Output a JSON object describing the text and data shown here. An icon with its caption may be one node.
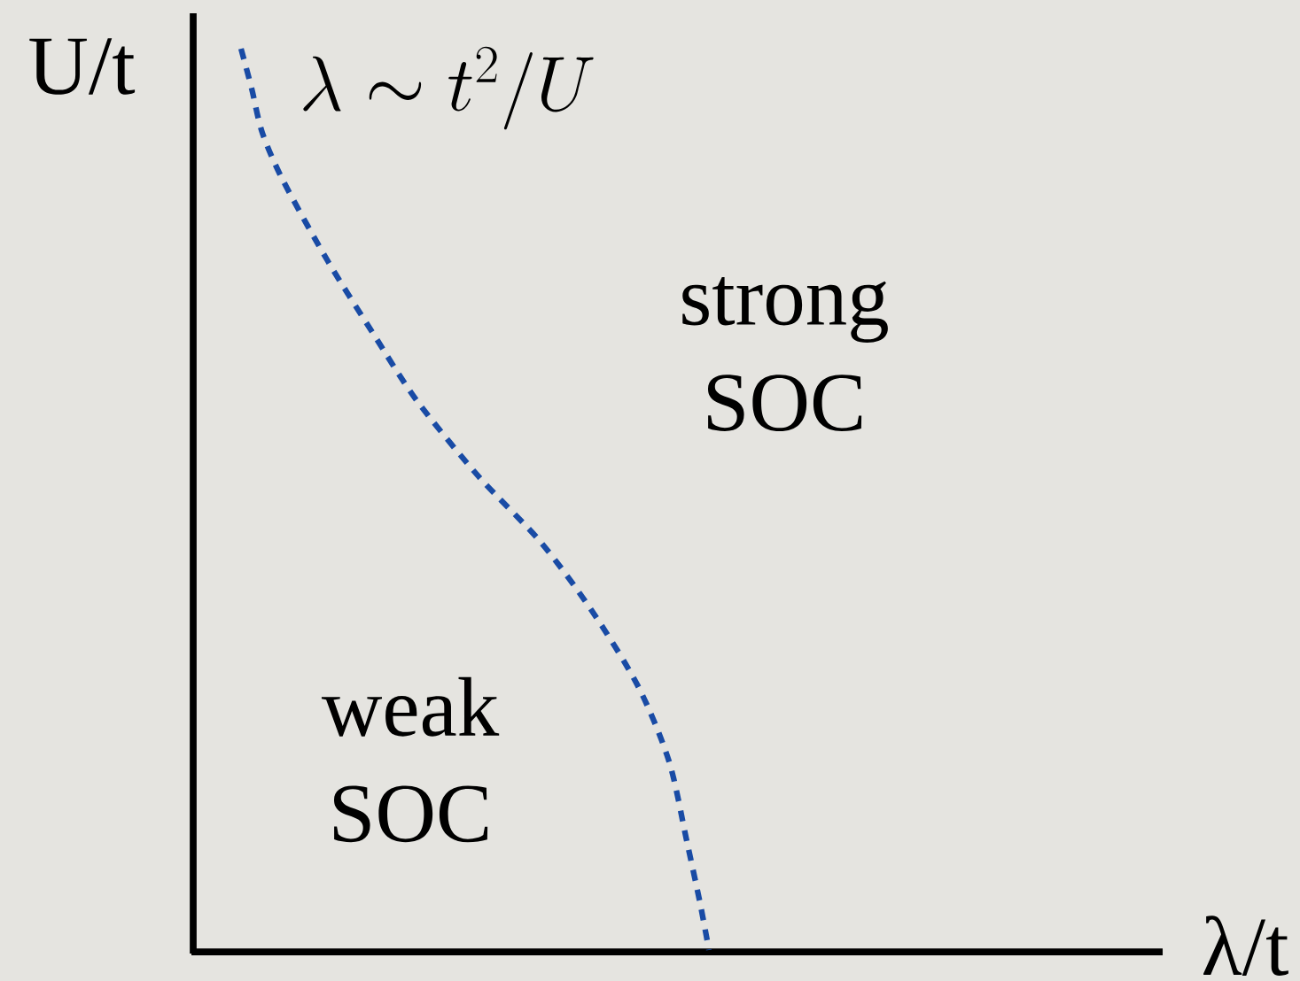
{
  "diagram": {
    "labels": [
      "U/t",
      "\\lambda \\sim t^2/U",
      "strong SOC",
      "weak SOC",
      "λ/t"
    ]
  }
}
